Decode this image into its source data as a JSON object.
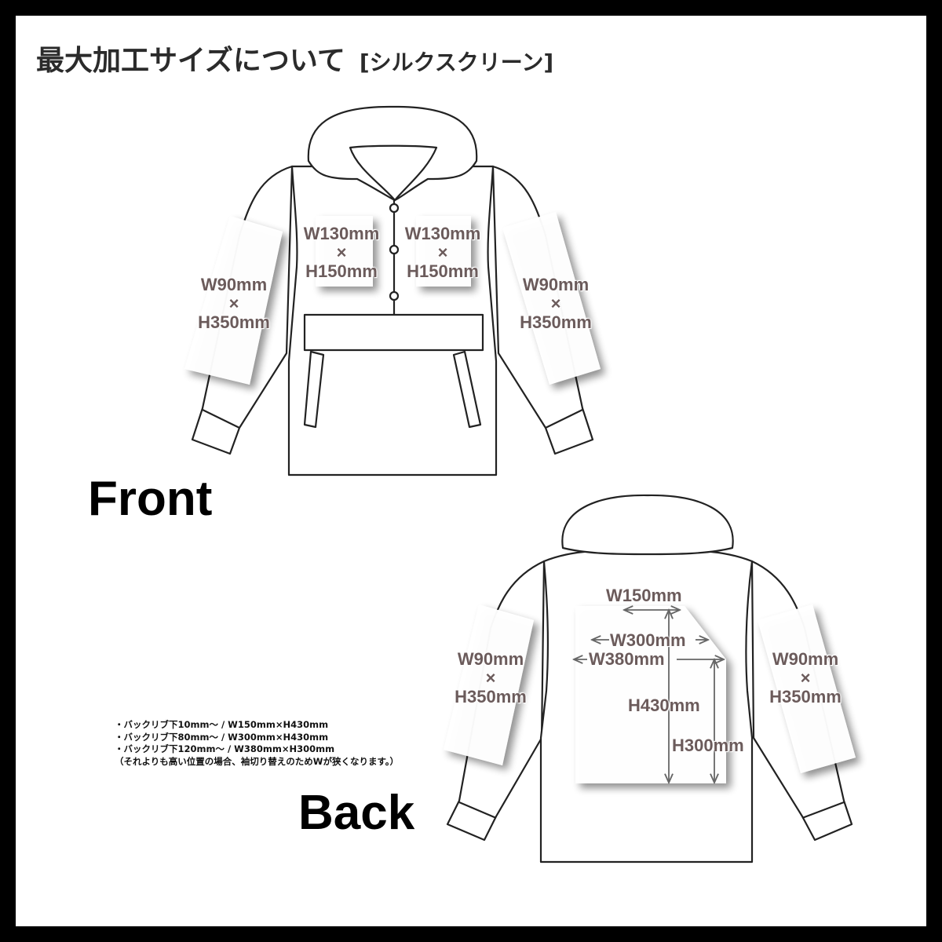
{
  "header": {
    "title": "最大加工サイズについて",
    "subtitle": "[シルクスクリーン]"
  },
  "front": {
    "label": "Front",
    "areas": {
      "left_sleeve": {
        "w": "W90mm",
        "x": "×",
        "h": "H350mm"
      },
      "left_chest": {
        "w": "W130mm",
        "x": "×",
        "h": "H150mm"
      },
      "right_chest": {
        "w": "W130mm",
        "x": "×",
        "h": "H150mm"
      },
      "right_sleeve": {
        "w": "W90mm",
        "x": "×",
        "h": "H350mm"
      }
    }
  },
  "back": {
    "label": "Back",
    "areas": {
      "left_sleeve": {
        "w": "W90mm",
        "x": "×",
        "h": "H350mm"
      },
      "right_sleeve": {
        "w": "W90mm",
        "x": "×",
        "h": "H350mm"
      },
      "back_w150": "W150mm",
      "back_w300": "W300mm",
      "back_w380": "W380mm",
      "back_h430": "H430mm",
      "back_h300": "H300mm"
    }
  },
  "notes": [
    "・バックリブ下10mm～ / W150mm×H430mm",
    "・バックリブ下80mm～ / W300mm×H430mm",
    "・バックリブ下120mm～ / W380mm×H300mm",
    "（それよりも高い位置の場合、袖切り替えのためWが狭くなります。）"
  ],
  "colors": {
    "label_text": "#6b5b5b",
    "outline": "#222222",
    "frame": "#000000",
    "arrow": "#666666"
  }
}
